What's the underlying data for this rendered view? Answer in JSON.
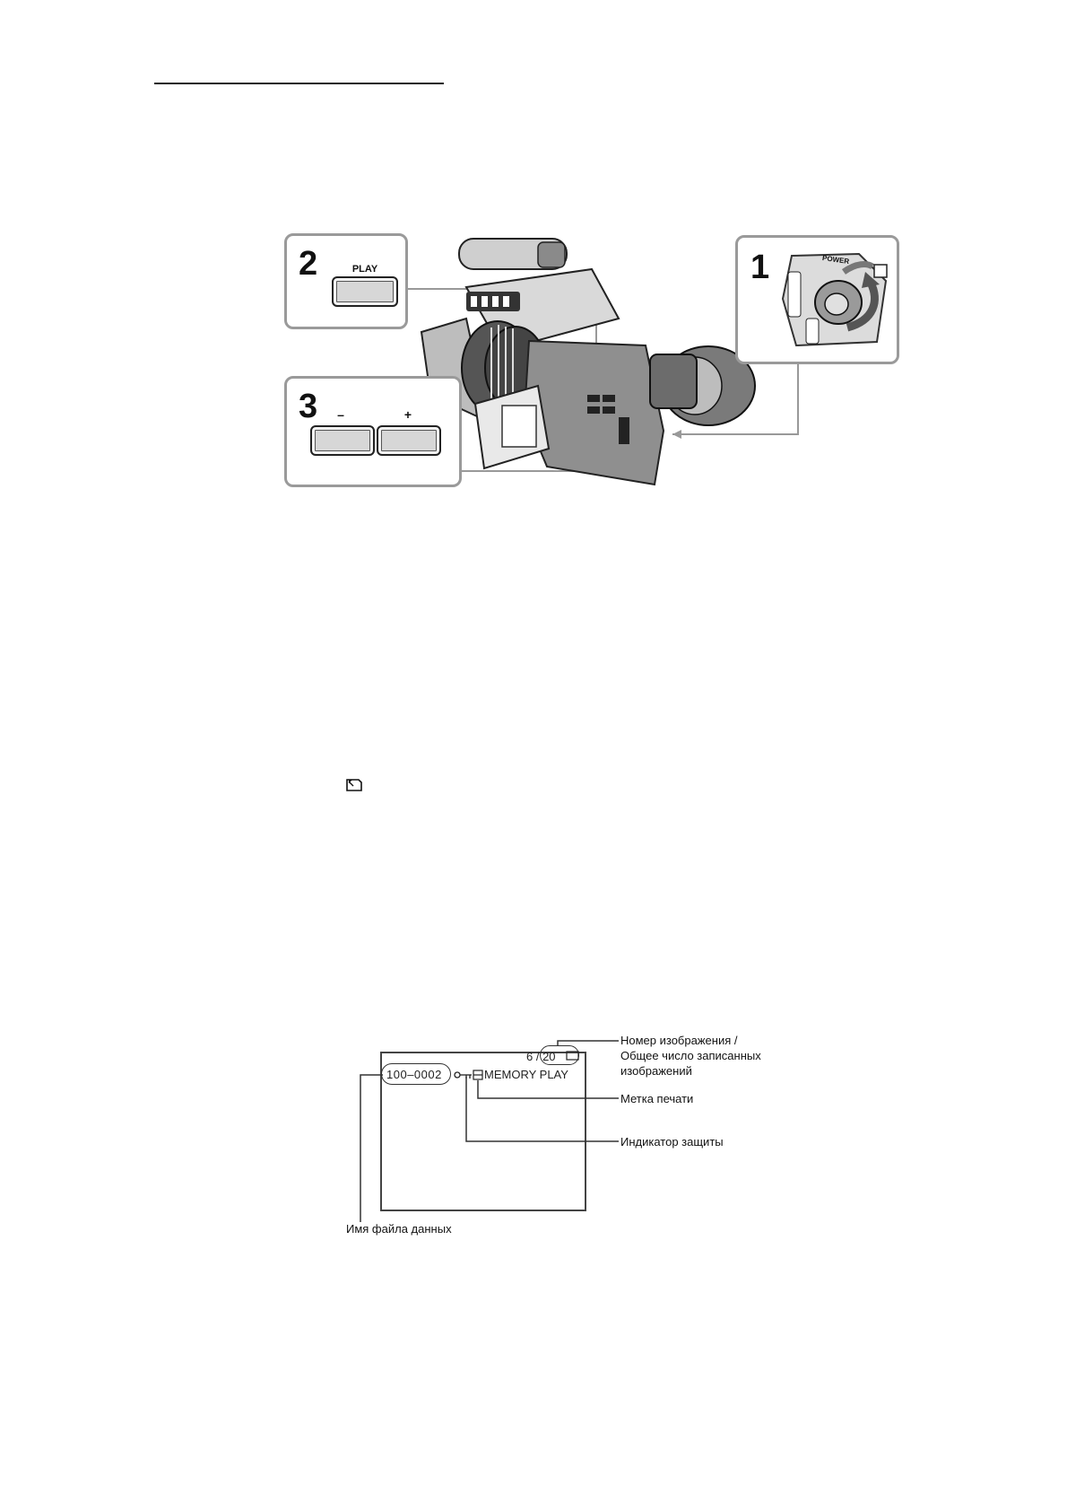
{
  "camera_figure": {
    "step1": {
      "number": "1",
      "switch_text": "POWER"
    },
    "step2": {
      "number": "2",
      "button_label": "PLAY"
    },
    "step3": {
      "number": "3",
      "minus_label": "–",
      "plus_label": "+"
    }
  },
  "lcd_display": {
    "image_counter": "6 / 20",
    "file_name": "100–0002",
    "mode_text": "MEMORY PLAY"
  },
  "lcd_labels": {
    "image_number_line1": "Номер изображения /",
    "image_number_line2": "Общее число записанных",
    "image_number_line3": "изображений",
    "print_mark": "Метка печати",
    "protect_indicator": "Индикатор защиты",
    "file_name": "Имя файла данных"
  }
}
